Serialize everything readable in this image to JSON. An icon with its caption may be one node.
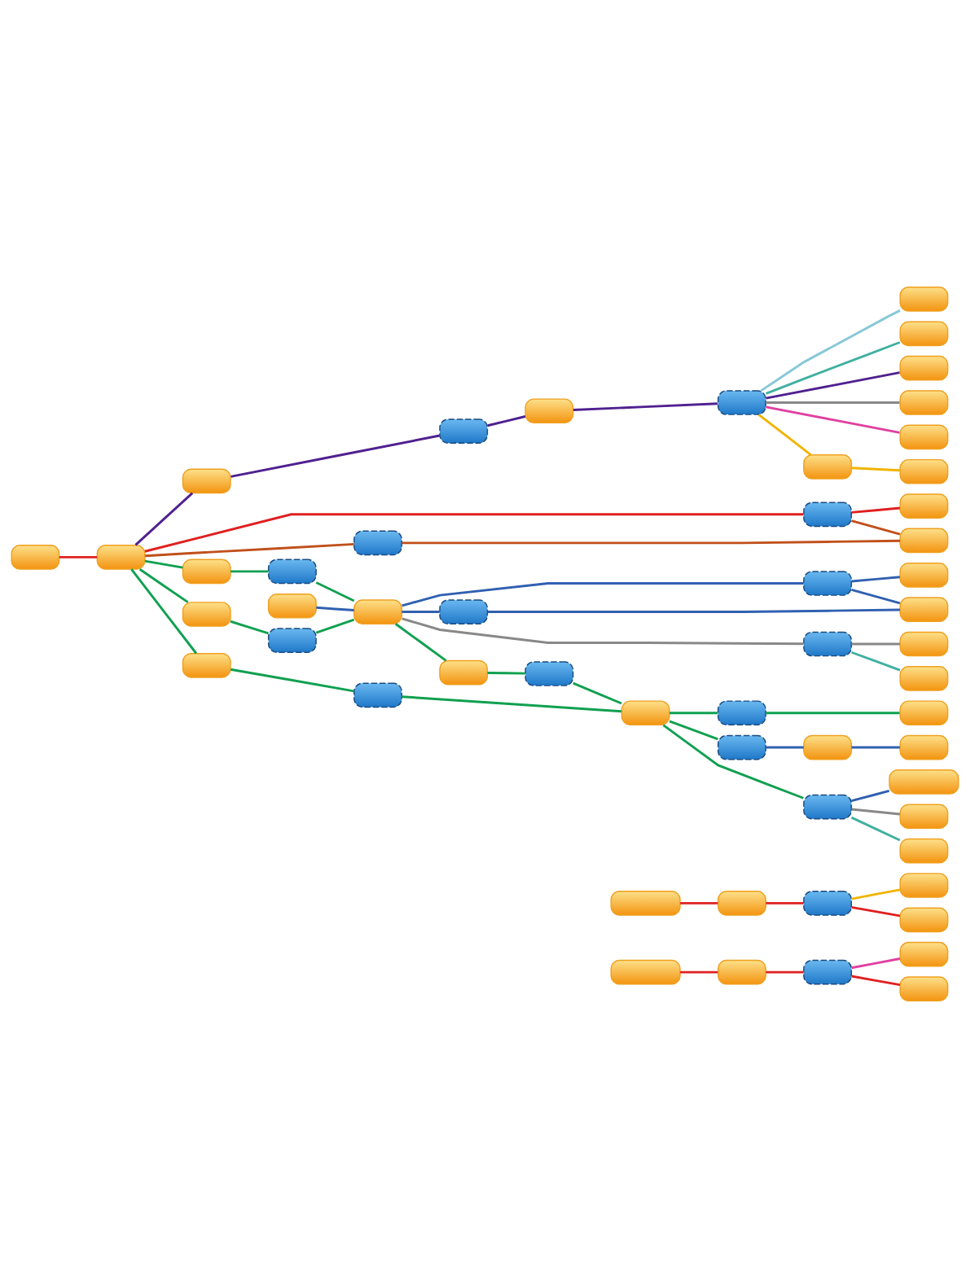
{
  "diagram": {
    "nodes": [
      {
        "text": [],
        "shape": "box"
      },
      {
        "text": [],
        "shape": "box"
      },
      {
        "text": [],
        "shape": "box"
      },
      {
        "text": [],
        "shape": "box"
      },
      {
        "text": [],
        "shape": "box"
      },
      {
        "text": [],
        "shape": "box"
      },
      {
        "text": [],
        "shape": "box"
      },
      {
        "text": [],
        "shape": "box"
      },
      {
        "text": [],
        "shape": "box"
      },
      {
        "text": [],
        "shape": "box"
      },
      {
        "text": [],
        "shape": "box"
      },
      {
        "text": [],
        "shape": "box"
      },
      {
        "text": [],
        "shape": "box"
      },
      {
        "text": [],
        "shape": "box"
      },
      {
        "text": [],
        "shape": "box"
      },
      {
        "text": [],
        "shape": "box"
      },
      {
        "text": [],
        "shape": "box"
      },
      {
        "text": [],
        "shape": "box"
      },
      {
        "text": [],
        "shape": "box"
      },
      {
        "text": [],
        "shape": "box"
      },
      {
        "text": [],
        "shape": "box"
      },
      {
        "text": [],
        "shape": "box"
      },
      {
        "text": [],
        "shape": "box"
      },
      {
        "text": [],
        "shape": "box"
      },
      {
        "text": [],
        "shape": "box"
      },
      {
        "text": [],
        "shape": "box"
      },
      {
        "text": [],
        "shape": "box"
      },
      {
        "text": [],
        "shape": "box"
      },
      {
        "text": [],
        "shape": "box"
      },
      {
        "text": [],
        "shape": "box"
      },
      {
        "text": [],
        "shape": "box"
      },
      {
        "text": [],
        "shape": "box"
      },
      {
        "text": [],
        "shape": "box"
      },
      {
        "text": [],
        "shape": "box"
      },
      {
        "text": [],
        "shape": "box"
      },
      {
        "text": [],
        "shape": "box"
      },
      {
        "text": [],
        "shape": "box"
      },
      {
        "text": [],
        "shape": "box"
      },
      {
        "text": [],
        "shape": "box"
      },
      {
        "text": [],
        "shape": "box"
      },
      {
        "text": [],
        "shape": "box"
      },
      {
        "text": [],
        "shape": "box"
      },
      {
        "text": [],
        "shape": "box"
      },
      {
        "text": [],
        "shape": "box"
      },
      {
        "text": [],
        "shape": "box"
      },
      {
        "text": [],
        "shape": "box"
      },
      {
        "text": [],
        "shape": "box"
      },
      {
        "text": [],
        "shape": "box"
      },
      {
        "text": [],
        "shape": "box"
      },
      {
        "text": [],
        "shape": "box"
      },
      {
        "text": [],
        "shape": "box"
      },
      {
        "text": [],
        "shape": "box"
      },
      {
        "text": [],
        "shape": "box"
      },
      {
        "text": [],
        "shape": "box"
      }
    ],
    "edges": [
      {
        "from": 12,
        "to": 2,
        "arrow": "none",
        "color": "#502090"
      },
      {
        "from": 2,
        "to": 3,
        "arrow": "none",
        "color": "#502090"
      },
      {
        "from": 3,
        "to": 4,
        "arrow": "none",
        "color": "#502090"
      },
      {
        "from": 4,
        "to": 5,
        "arrow": "none",
        "color": "#502090"
      },
      {
        "from": 5,
        "to": 6,
        "arrow": "none",
        "color": "#502090"
      },
      {
        "from": 5,
        "to": 0,
        "arrow": "none",
        "color": "#88c8d8"
      },
      {
        "from": 5,
        "to": 1,
        "arrow": "none",
        "color": "#40b0a0"
      },
      {
        "from": 5,
        "to": 7,
        "arrow": "none",
        "color": "#888888"
      },
      {
        "from": 5,
        "to": 8,
        "arrow": "none",
        "color": "#e040a0"
      },
      {
        "from": 5,
        "to": 9,
        "arrow": "none",
        "color": "#f0b400"
      },
      {
        "from": 9,
        "to": 10,
        "arrow": "none",
        "color": "#f0b400"
      },
      {
        "from": 11,
        "to": 12,
        "arrow": "none",
        "color": "#e02020"
      },
      {
        "from": 12,
        "to": 13,
        "arrow": "none",
        "color": "#e02020"
      },
      {
        "from": 13,
        "to": 14,
        "arrow": "none",
        "color": "#e02020"
      },
      {
        "from": 12,
        "to": 15,
        "arrow": "none",
        "color": "#c0501a"
      },
      {
        "from": 15,
        "to": 16,
        "arrow": "none",
        "color": "#c0501a"
      },
      {
        "from": 13,
        "to": 16,
        "arrow": "none",
        "color": "#c0501a"
      },
      {
        "from": 12,
        "to": 17,
        "arrow": "none",
        "color": "#10a050"
      },
      {
        "from": 12,
        "to": 19,
        "arrow": "none",
        "color": "#10a050"
      },
      {
        "from": 12,
        "to": 34,
        "arrow": "none",
        "color": "#10a050"
      },
      {
        "from": 17,
        "to": 18,
        "arrow": "none",
        "color": "#10a050"
      },
      {
        "from": 19,
        "to": 20,
        "arrow": "none",
        "color": "#10a050"
      },
      {
        "from": 18,
        "to": 24,
        "arrow": "none",
        "color": "#10a050"
      },
      {
        "from": 20,
        "to": 24,
        "arrow": "none",
        "color": "#10a050"
      },
      {
        "from": 24,
        "to": 29,
        "arrow": "none",
        "color": "#10a050"
      },
      {
        "from": 29,
        "to": 30,
        "arrow": "none",
        "color": "#10a050"
      },
      {
        "from": 30,
        "to": 36,
        "arrow": "none",
        "color": "#10a050"
      },
      {
        "from": 34,
        "to": 35,
        "arrow": "none",
        "color": "#10a050"
      },
      {
        "from": 35,
        "to": 36,
        "arrow": "none",
        "color": "#10a050"
      },
      {
        "from": 36,
        "to": 32,
        "arrow": "none",
        "color": "#10a050"
      },
      {
        "from": 36,
        "to": 37,
        "arrow": "none",
        "color": "#10a050"
      },
      {
        "from": 36,
        "to": 40,
        "arrow": "none",
        "color": "#10a050"
      },
      {
        "from": 32,
        "to": 33,
        "arrow": "none",
        "color": "#10a050"
      },
      {
        "from": 23,
        "to": 24,
        "arrow": "none",
        "color": "#3060b0"
      },
      {
        "from": 24,
        "to": 25,
        "arrow": "none",
        "color": "#3060b0"
      },
      {
        "from": 25,
        "to": 26,
        "arrow": "none",
        "color": "#3060b0"
      },
      {
        "from": 24,
        "to": 21,
        "arrow": "none",
        "color": "#3060b0"
      },
      {
        "from": 21,
        "to": 22,
        "arrow": "none",
        "color": "#3060b0"
      },
      {
        "from": 21,
        "to": 26,
        "arrow": "none",
        "color": "#3060b0"
      },
      {
        "from": 24,
        "to": 27,
        "arrow": "none",
        "color": "#888888"
      },
      {
        "from": 27,
        "to": 28,
        "arrow": "none",
        "color": "#888888"
      },
      {
        "from": 27,
        "to": 31,
        "arrow": "none",
        "color": "#40b0a0"
      },
      {
        "from": 37,
        "to": 38,
        "arrow": "none",
        "color": "#3060b0"
      },
      {
        "from": 38,
        "to": 39,
        "arrow": "none",
        "color": "#3060b0"
      },
      {
        "from": 40,
        "to": 41,
        "arrow": "none",
        "color": "#3060b0"
      },
      {
        "from": 40,
        "to": 42,
        "arrow": "none",
        "color": "#888888"
      },
      {
        "from": 40,
        "to": 43,
        "arrow": "none",
        "color": "#40b0a0"
      },
      {
        "from": 44,
        "to": 45,
        "arrow": "none",
        "color": "#e02020"
      },
      {
        "from": 45,
        "to": 46,
        "arrow": "none",
        "color": "#e02020"
      },
      {
        "from": 46,
        "to": 47,
        "arrow": "none",
        "color": "#f0b400"
      },
      {
        "from": 46,
        "to": 48,
        "arrow": "none",
        "color": "#e02020"
      },
      {
        "from": 49,
        "to": 50,
        "arrow": "none",
        "color": "#e02020"
      },
      {
        "from": 50,
        "to": 51,
        "arrow": "none",
        "color": "#e02020"
      },
      {
        "from": 51,
        "to": 52,
        "arrow": "none",
        "color": "#e040a0"
      },
      {
        "from": 51,
        "to": 53,
        "arrow": "none",
        "color": "#e02020"
      }
    ]
  }
}
